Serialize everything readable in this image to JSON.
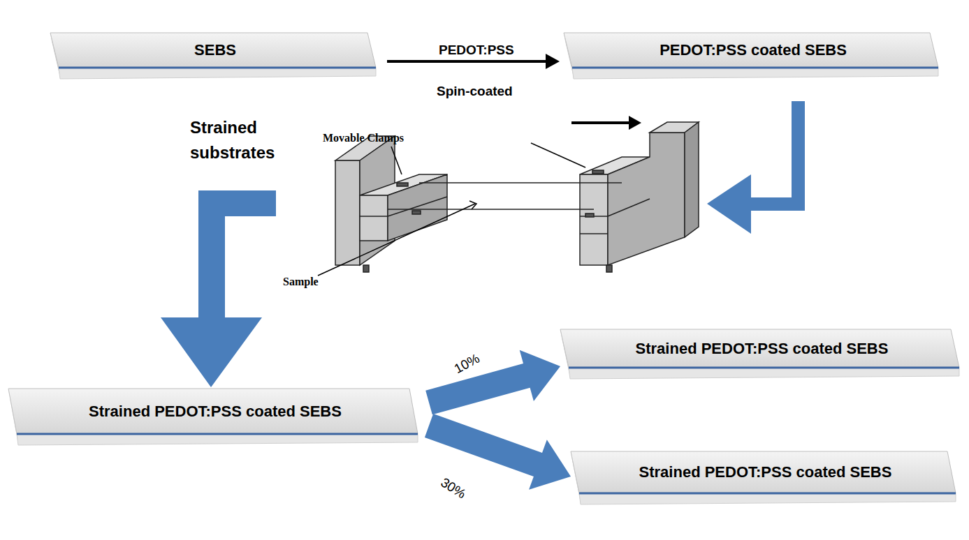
{
  "diagram": {
    "nodes": [
      {
        "text": [
          "SEBS"
        ]
      },
      {
        "text": [
          "PEDOT:PSS coated SEBS"
        ]
      },
      {
        "text": [
          "Strained PEDOT:PSS coated SEBS"
        ]
      },
      {
        "text": [
          "Strained PEDOT:PSS coated SEBS"
        ]
      },
      {
        "text": [
          "Strained PEDOT:PSS coated SEBS"
        ]
      }
    ],
    "edges": [
      {
        "from": 0,
        "to": 1,
        "arrow": "to",
        "label": "PEDOT:PSS"
      },
      {
        "from": 2,
        "to": 3,
        "arrow": "to",
        "label": "10%"
      },
      {
        "from": 2,
        "to": 4,
        "arrow": "to",
        "label": "30%"
      }
    ],
    "labels": [
      "Spin-coated",
      "Strained substrates",
      "Movable Clamps",
      "Sample"
    ]
  }
}
